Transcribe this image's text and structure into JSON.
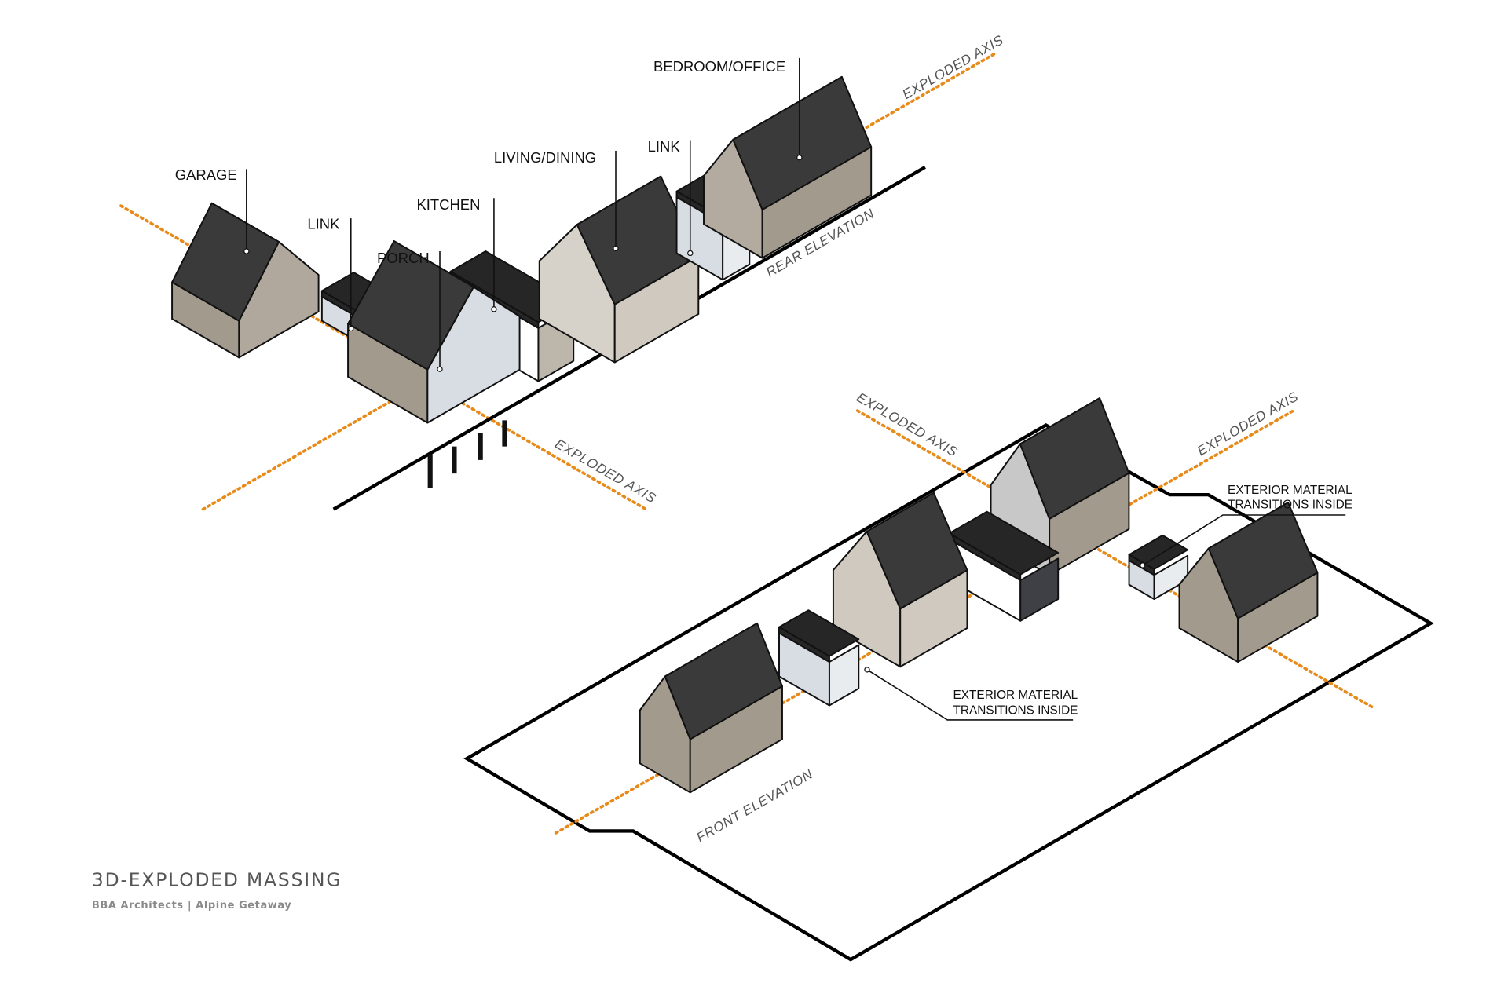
{
  "title": "3D-EXPLODED MASSING",
  "subtitle": "BBA Architects | Alpine Getaway",
  "labels": {
    "garage": "GARAGE",
    "link_1": "LINK",
    "porch": "PORCH",
    "kitchen": "KITCHEN",
    "living_dining": "LIVING/DINING",
    "link_2": "LINK",
    "bedroom_office": "BEDROOM/OFFICE"
  },
  "axis_labels": [
    "EXPLODED AXIS",
    "EXPLODED AXIS",
    "EXPLODED AXIS",
    "EXPLODED AXIS"
  ],
  "elevations": {
    "rear": "REAR ELEVATION",
    "front": "FRONT ELEVATION"
  },
  "notes": [
    {
      "line1": "EXTERIOR MATERIAL",
      "line2": "TRANSITIONS INSIDE"
    },
    {
      "line1": "EXTERIOR MATERIAL",
      "line2": "TRANSITIONS INSIDE"
    }
  ],
  "colors": {
    "axis": "#e88a1a",
    "roof": "#3a3a3a",
    "roof_dark": "#262626",
    "wall_taupe": "#a39a8e",
    "wall_cream": "#cfc9c0",
    "glass": "#d7dde3"
  }
}
